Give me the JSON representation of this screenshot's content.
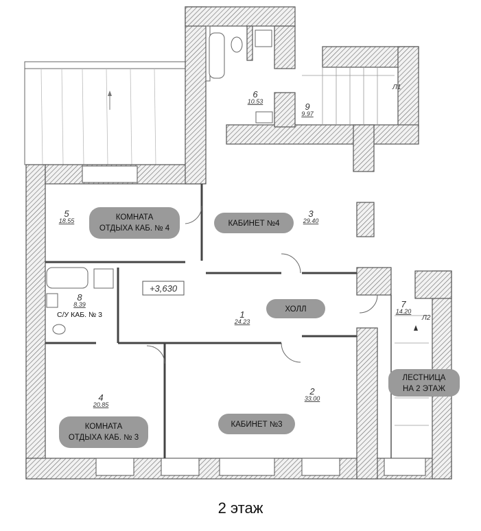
{
  "floor_caption": "2 этаж",
  "elevation_mark": "+3,630",
  "stair_marks": [
    "Л1",
    "Л2"
  ],
  "rooms": [
    {
      "number": "1",
      "area": "24.23",
      "label": [
        "ХОЛЛ"
      ]
    },
    {
      "number": "2",
      "area": "33.00",
      "label": [
        "КАБИНЕТ №3"
      ]
    },
    {
      "number": "3",
      "area": "29.40",
      "label": [
        "КАБИНЕТ №4"
      ]
    },
    {
      "number": "4",
      "area": "20.85",
      "label": [
        "КОМНАТА",
        "ОТДЫХА КАБ. № 3"
      ]
    },
    {
      "number": "5",
      "area": "18.55",
      "label": [
        "КОМНАТА",
        "ОТДЫХА КАБ. № 4"
      ]
    },
    {
      "number": "6",
      "area": "10.53",
      "label": []
    },
    {
      "number": "7",
      "area": "14.20",
      "label": [
        "ЛЕСТНИЦА",
        "НА 2 ЭТАЖ"
      ]
    },
    {
      "number": "8",
      "area": "8.39",
      "label": [
        "С/У КАБ. № 3"
      ]
    },
    {
      "number": "9",
      "area": "9.97",
      "label": []
    }
  ],
  "colors": {
    "label_background": "#9a9a9a",
    "wall_hatch": "#555555"
  }
}
